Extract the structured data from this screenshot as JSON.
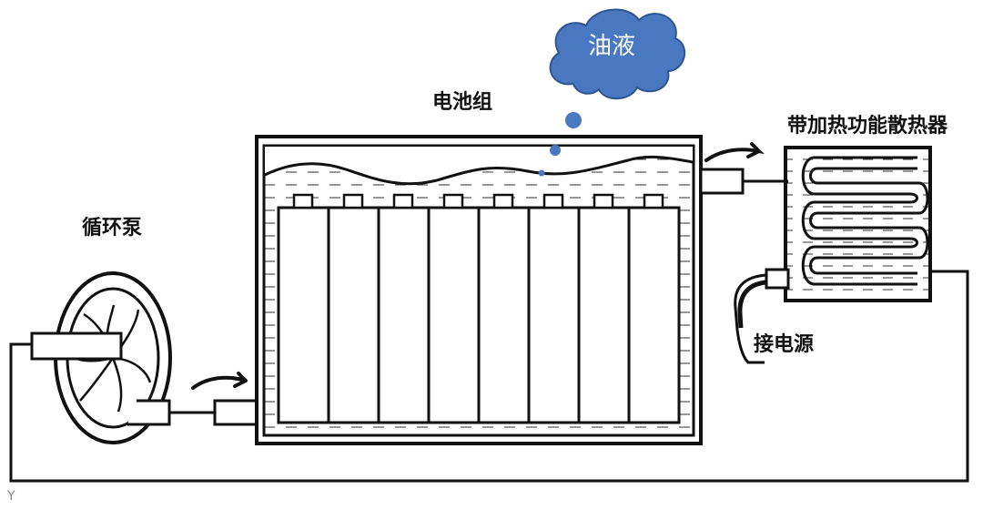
{
  "labels": {
    "pump": "循环泵",
    "battery_pack": "电池组",
    "radiator": "带加热功能散热器",
    "power": "接电源",
    "oil": "油液",
    "corner_mark": "Y"
  },
  "colors": {
    "line": "#111111",
    "cloud_fill": "#4a78c0",
    "bubble_fill": "#4a78c0",
    "background": "#ffffff"
  },
  "components": {
    "battery_cells": 8,
    "radiator_coil_loops": 3
  }
}
